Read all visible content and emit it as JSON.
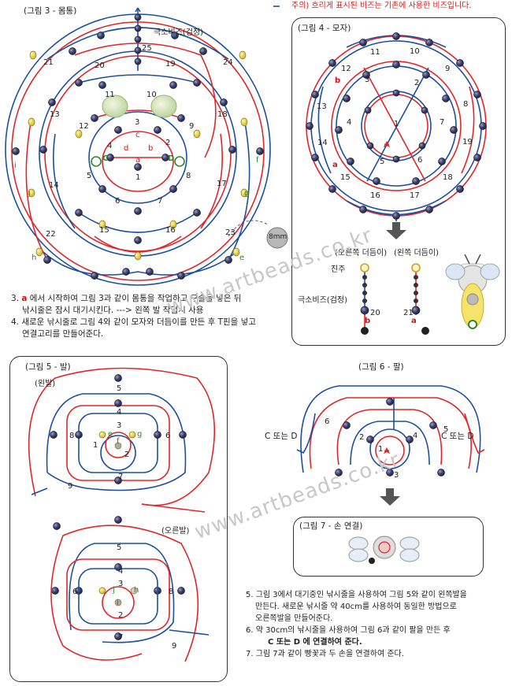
{
  "header_note": "주의) 흐리게 표시된 비즈는 기존에 사용한 비즈입니다.",
  "fig3": {
    "title": "(그림 3 - 몸통)",
    "bead_label": "극소비즈(검정)",
    "numbers": [
      "25",
      "21",
      "20",
      "19",
      "24",
      "11",
      "10",
      "13",
      "12",
      "3",
      "9",
      "18",
      "4",
      "c",
      "2",
      "d",
      "b",
      "i",
      "C",
      "a",
      "D",
      "f",
      "5",
      "1",
      "8",
      "14",
      "17",
      "j",
      "g",
      "6",
      "7",
      "22",
      "15",
      "16",
      "23",
      "h",
      "e"
    ],
    "size_badge": "8mm"
  },
  "fig4": {
    "title": "(그림 4 - 모자)",
    "numbers": [
      "11",
      "10",
      "12",
      "3",
      "2",
      "9",
      "b",
      "13",
      "8",
      "4",
      "1",
      "7",
      "14",
      "19",
      "5",
      "6",
      "15",
      "a",
      "18",
      "16",
      "17"
    ]
  },
  "antenna": {
    "left_label": "(오른쪽 더듬이)",
    "right_label": "(왼쪽 더듬이)",
    "pearl": "진주",
    "seed": "극소비즈(검정)",
    "num_left": "20",
    "num_right": "21",
    "end_b": "b",
    "end_a": "a"
  },
  "notes_a": [
    {
      "mark": "a",
      "text": " 에서 시작하여 그림 3과 같이 몸통을 작업하고 구슬을 넣은 뒤"
    },
    {
      "text": "낚시줄은 잠시 대기시킨다. ---> 왼쪽 발 작업시 사용"
    },
    {
      "text": "새로운 낚시줄로 그림 4와 같이 모자와 더듬이를 만든 후 T핀을 넣고"
    },
    {
      "text": "연결고리를 만들어준다."
    }
  ],
  "fig5": {
    "title": "(그림 5 - 발)",
    "left_label": "(왼발)",
    "right_label": "(오른발)",
    "numbers_left": [
      "5",
      "4",
      "3",
      "8",
      "6",
      "e",
      "g",
      "1",
      "f",
      "2",
      "7",
      "9"
    ],
    "numbers_right": [
      "5",
      "4",
      "3",
      "6",
      "8",
      "j",
      "h",
      "i",
      "2",
      "7",
      "9"
    ]
  },
  "fig6": {
    "title": "(그림 6 - 팔)",
    "left_connect": "C 또는 D",
    "right_connect": "C 또는 D",
    "numbers": [
      "6",
      "5",
      "2",
      "4",
      "1",
      "3"
    ]
  },
  "fig7": {
    "title": "(그림 7 - 손 연결)"
  },
  "notes_b": [
    "5. 그림 3에서 대기중인 낚시줄을 사용하여 그림 5와 같이 왼쪽발을",
    "만든다. 새로운 낚시줄 약 40cm를 사용하여 동일한 방법으로",
    "오른쪽발을 만들어준다.",
    "6. 약 30cm의 낚시줄을 사용하여 그림 6과 같이 팔을 만든 후",
    "C 또는 D  에 연결하여 준다.",
    "7. 그림 7과 같이 빵꽃과 두 손을 연결하여 준다."
  ],
  "watermark": "www.artbeads.co.kr",
  "colors": {
    "red": "#e0262b",
    "blue": "#1c4fa0",
    "bead": "#3a3f70",
    "gold": "#e6d23a",
    "green": "#2b8a2b"
  }
}
